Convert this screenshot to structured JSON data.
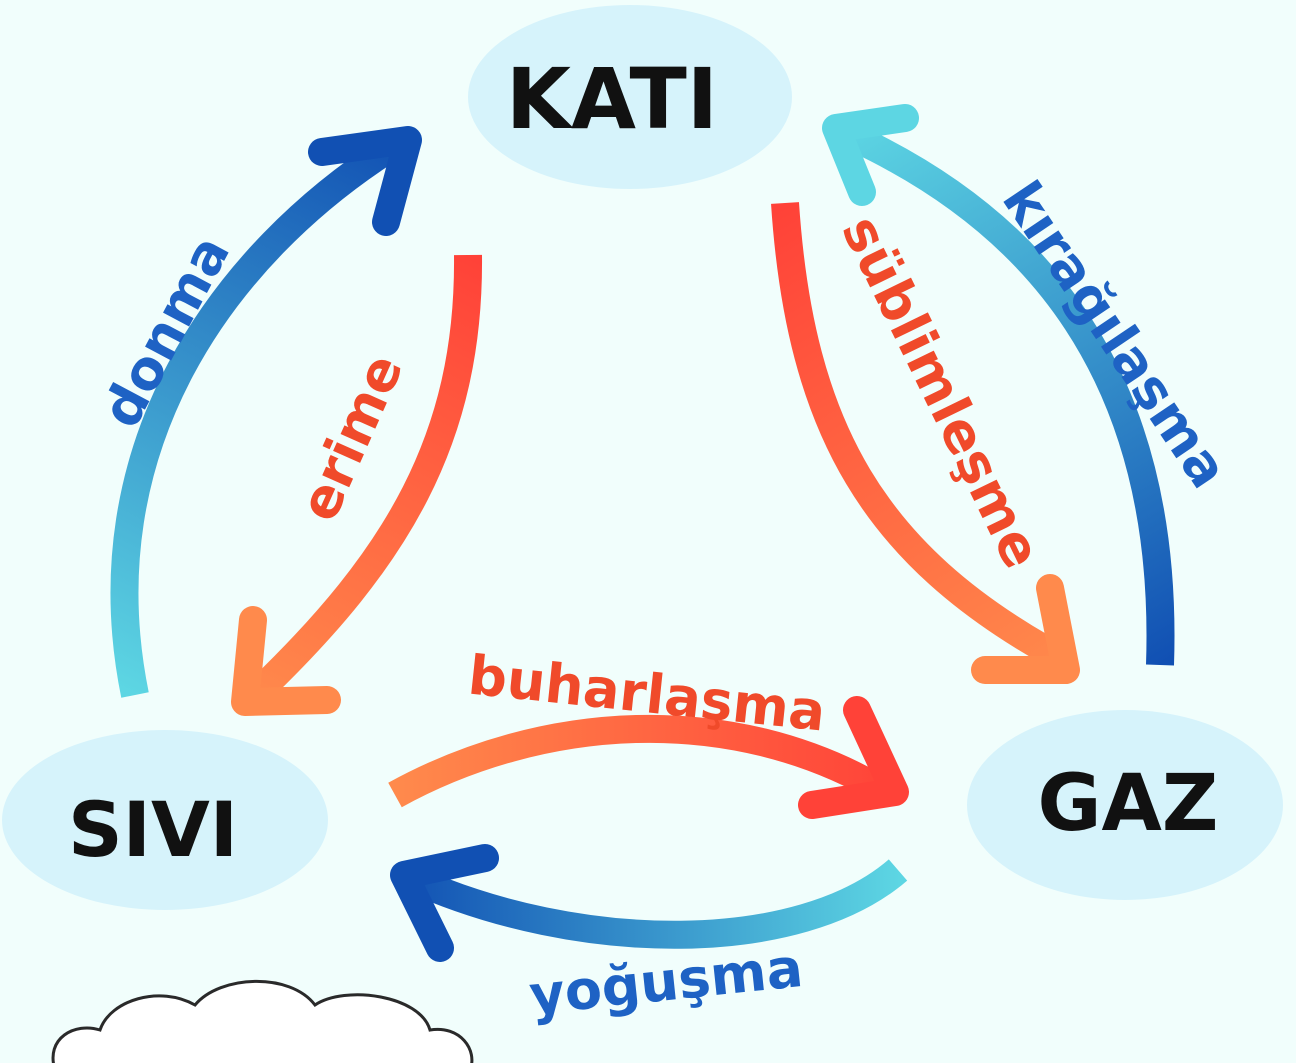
{
  "states": {
    "solid": "KATI",
    "liquid": "SIVI",
    "gas": "GAZ"
  },
  "processes": {
    "freezing": "donma",
    "melting": "erime",
    "sublimation": "süblimleşme",
    "deposition": "kırağılaşma",
    "evaporation": "buharlaşma",
    "condensation": "yoğuşma"
  },
  "colors": {
    "background": "#f1fefc",
    "state_bubble": "#d6f3fb",
    "warm_dark": "#ff4238",
    "warm_light": "#ff8a4c",
    "cool_dark": "#1150b3",
    "cool_light": "#5dd6e3",
    "warm_text": "#f04a2a",
    "cool_text": "#1e62c4"
  }
}
